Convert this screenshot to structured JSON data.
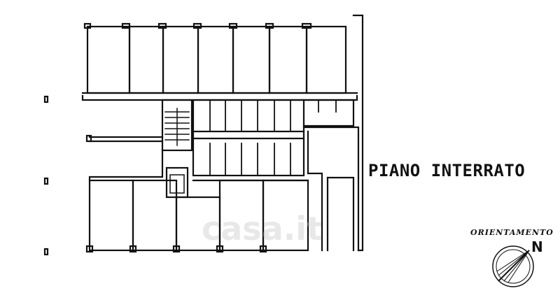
{
  "plan": {
    "title": "PIANO INTERRATO",
    "orientation_label": "ORIENTAMENTO",
    "north_label": "N",
    "watermark_text": "casa.it",
    "line_color": "#111111",
    "watermark_color": "#bebebe",
    "compass_icon": "compass-rose-icon",
    "stair_icon": "staircase-icon"
  }
}
